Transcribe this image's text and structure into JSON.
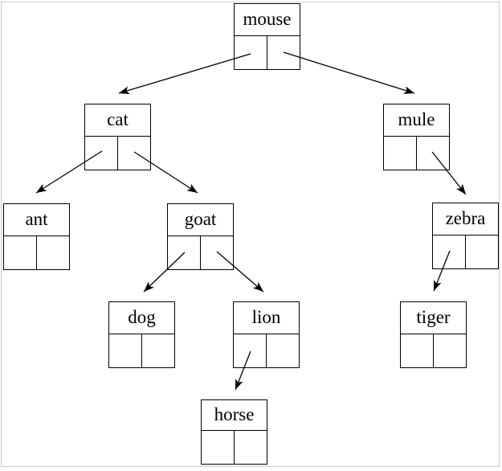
{
  "diagram": {
    "kind": "binary-tree",
    "nodes": [
      {
        "id": "mouse",
        "label": "mouse"
      },
      {
        "id": "cat",
        "label": "cat"
      },
      {
        "id": "mule",
        "label": "mule"
      },
      {
        "id": "ant",
        "label": "ant"
      },
      {
        "id": "goat",
        "label": "goat"
      },
      {
        "id": "zebra",
        "label": "zebra"
      },
      {
        "id": "dog",
        "label": "dog"
      },
      {
        "id": "lion",
        "label": "lion"
      },
      {
        "id": "tiger",
        "label": "tiger"
      },
      {
        "id": "horse",
        "label": "horse"
      }
    ],
    "edges": [
      {
        "from": "mouse",
        "pointer": "left",
        "to": "cat"
      },
      {
        "from": "mouse",
        "pointer": "right",
        "to": "mule"
      },
      {
        "from": "cat",
        "pointer": "left",
        "to": "ant"
      },
      {
        "from": "cat",
        "pointer": "right",
        "to": "goat"
      },
      {
        "from": "goat",
        "pointer": "left",
        "to": "dog"
      },
      {
        "from": "goat",
        "pointer": "right",
        "to": "lion"
      },
      {
        "from": "lion",
        "pointer": "left",
        "to": "horse"
      },
      {
        "from": "mule",
        "pointer": "right",
        "to": "zebra"
      },
      {
        "from": "zebra",
        "pointer": "left",
        "to": "tiger"
      }
    ],
    "colors": {
      "line": "#000000",
      "text": "#000000",
      "background": "#ffffff",
      "frame_border": "#cccccc"
    }
  }
}
